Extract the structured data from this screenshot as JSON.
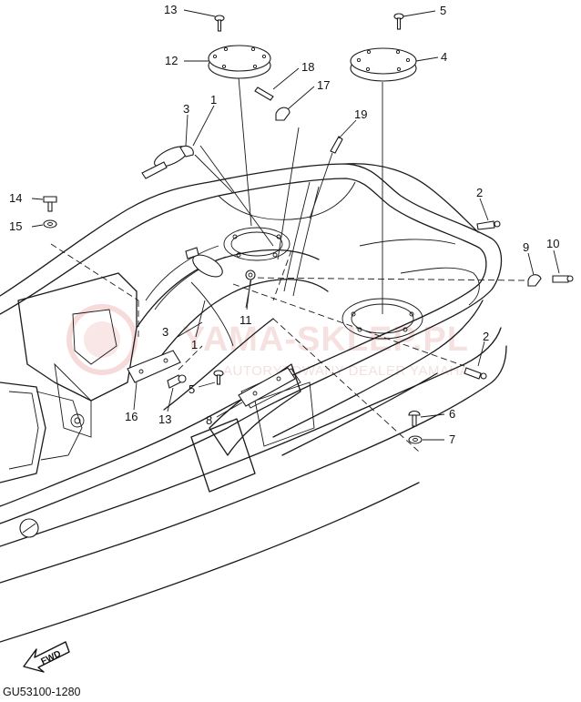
{
  "diagram_code": "GU53100-1280",
  "fwd_label": "FWD",
  "watermark": {
    "title": "YAMA-SKLEP.PL",
    "subtitle": "AUTORYZOWANY DEALER YAMAHA"
  },
  "callouts": {
    "c1a": "1",
    "c1b": "1",
    "c2a": "2",
    "c2b": "2",
    "c3a": "3",
    "c3b": "3",
    "c4": "4",
    "c5a": "5",
    "c5b": "5",
    "c6": "6",
    "c7": "7",
    "c8": "8",
    "c9": "9",
    "c10": "10",
    "c11": "11",
    "c12": "12",
    "c13a": "13",
    "c13b": "13",
    "c14": "14",
    "c15": "15",
    "c16": "16",
    "c17": "17",
    "c18": "18",
    "c19": "19"
  }
}
